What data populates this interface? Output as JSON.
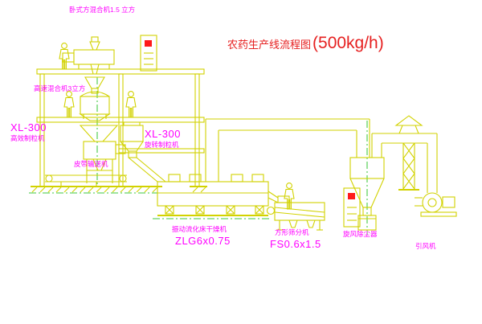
{
  "title": {
    "text": "农药生产线流程图",
    "capacity": "(500kg/h)"
  },
  "colors": {
    "drawing_line": "#d2d200",
    "label_magenta": "#ff00ff",
    "title_red": "#e62020",
    "centerline_green": "#00b800",
    "indicator_red": "#ff1a1a",
    "background": "#ffffff"
  },
  "labels": {
    "horizontal_mixer": "卧式方混合机1.5 立方",
    "high_speed_mixer": "高速混合机3立方",
    "granulator_left_model": "XL-300",
    "granulator_left_name": "高效制粒机",
    "granulator_center_model": "XL-300",
    "granulator_center_name": "旋转制粒机",
    "belt_conveyor": "皮带输送机",
    "dryer_name": "振动流化床干燥机",
    "dryer_model": "ZLG6x0.75",
    "sieve_name": "方形筛分机",
    "sieve_model": "FS0.6x1.5",
    "cyclone": "旋风除尘器",
    "fan": "引风机"
  }
}
